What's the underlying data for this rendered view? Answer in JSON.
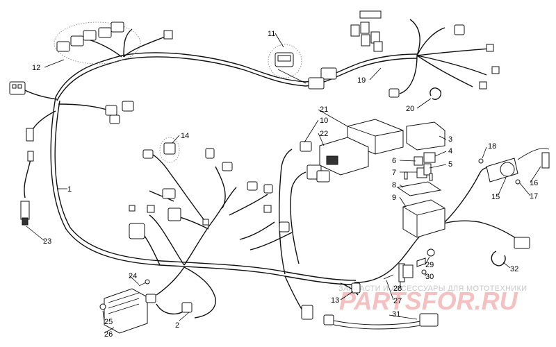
{
  "callouts": [
    "1",
    "2",
    "3",
    "4",
    "5",
    "6",
    "7",
    "8",
    "9",
    "10",
    "11",
    "12",
    "13",
    "14",
    "15",
    "16",
    "17",
    "18",
    "19",
    "20",
    "21",
    "22",
    "23",
    "24",
    "25",
    "26",
    "27",
    "28",
    "29",
    "30",
    "31",
    "32"
  ],
  "watermark": {
    "tagline": "ЗАПЧАСТИ И АКСЕССУАРЫ ДЛЯ МОТОТЕХНИКИ",
    "logo": "PARTSFOR.RU"
  },
  "colors": {
    "line": "#111111",
    "watermark_tag": "#c8c8c8",
    "watermark_logo": "#f5c0c0"
  }
}
